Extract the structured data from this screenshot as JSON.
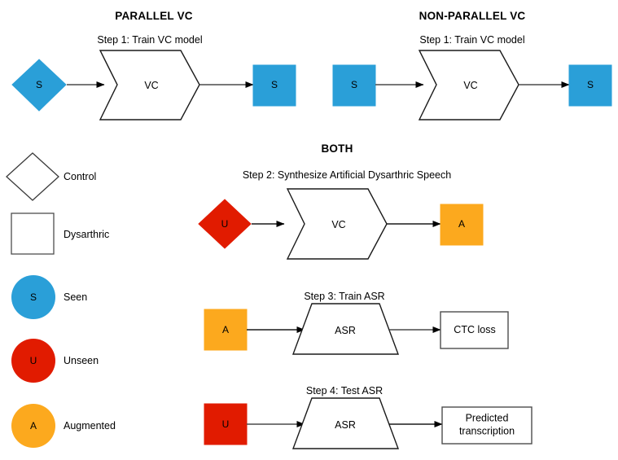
{
  "diagram": {
    "title_parallel": "PARALLEL VC",
    "title_nonparallel": "NON-PARALLEL VC",
    "title_both": "BOTH",
    "steps": {
      "step1_parallel": "Step 1: Train VC model",
      "step1_nonparallel": "Step 1: Train VC model",
      "step2": "Step 2: Synthesize Artificial Dysarthric Speech",
      "step3": "Step 3: Train ASR",
      "step4": "Step 4: Test ASR"
    },
    "nodes": {
      "parallel_source": "S",
      "parallel_vc": "VC",
      "parallel_target": "S",
      "nonparallel_source": "S",
      "nonparallel_vc": "VC",
      "nonparallel_target": "S",
      "step2_source": "U",
      "step2_vc": "VC",
      "step2_target": "A",
      "step3_source": "A",
      "step3_asr": "ASR",
      "step3_output": "CTC loss",
      "step4_source": "U",
      "step4_asr": "ASR",
      "step4_output_line1": "Predicted",
      "step4_output_line2": "transcription"
    },
    "legend": [
      {
        "label": "Control",
        "shape": "diamond",
        "fill": "#ffffff",
        "token": ""
      },
      {
        "label": "Dysarthric",
        "shape": "square",
        "fill": "#ffffff",
        "token": ""
      },
      {
        "label": "Seen",
        "shape": "circle",
        "fill": "#2A9FD8",
        "token": "S"
      },
      {
        "label": "Unseen",
        "shape": "circle",
        "fill": "#E11B00",
        "token": "U"
      },
      {
        "label": "Augmented",
        "shape": "circle",
        "fill": "#FCA91E",
        "token": "A"
      }
    ],
    "colors": {
      "seen_blue": "#2A9FD8",
      "unseen_red": "#E11B00",
      "augmented_orange": "#FCA91E",
      "stroke": "#000000",
      "arrow_gray": "#555555",
      "box_stroke": "#4D4D4D",
      "background": "#ffffff"
    }
  }
}
